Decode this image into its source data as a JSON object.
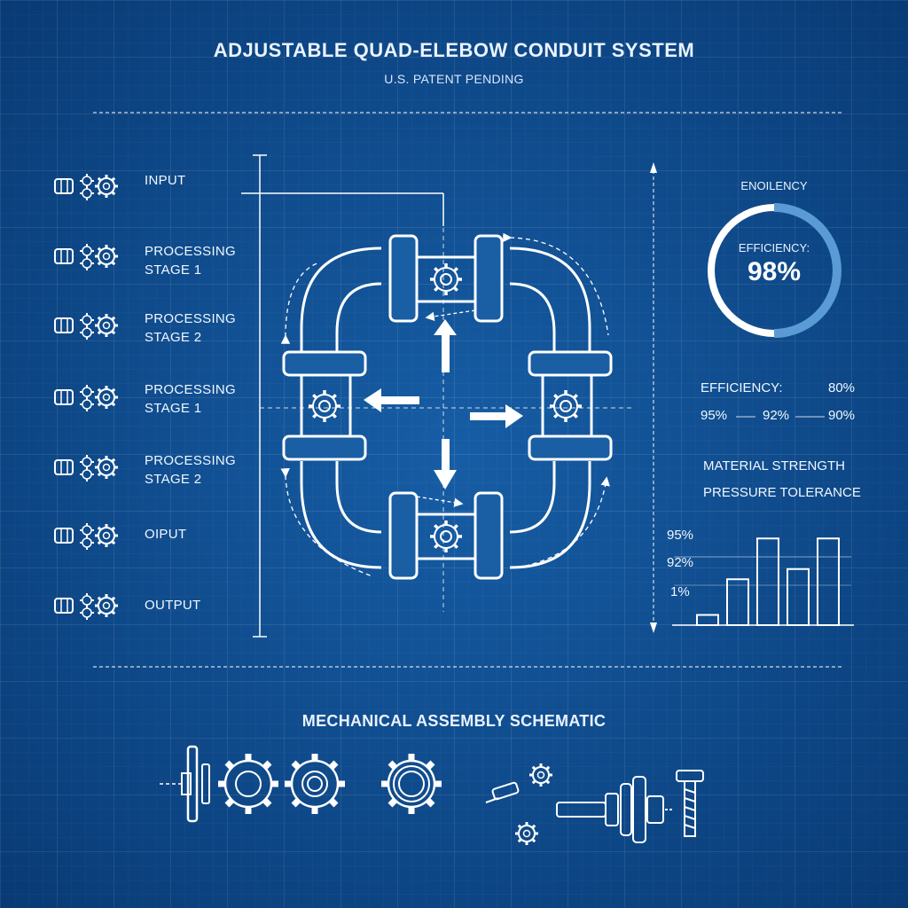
{
  "header": {
    "title": "ADJUSTABLE QUAD-ELEBOW CONDUIT SYSTEM",
    "subtitle": "U.S. PATENT PENDING"
  },
  "stages": [
    {
      "line1": "INPUT",
      "line2": "",
      "icon": "gear-cluster-icon"
    },
    {
      "line1": "PROCESSING",
      "line2": "STAGE 1",
      "icon": "gear-cluster-icon"
    },
    {
      "line1": "PROCESSING",
      "line2": "STAGE 2",
      "icon": "gear-cluster-icon"
    },
    {
      "line1": "PROCESSING",
      "line2": "STAGE 1",
      "icon": "gear-cluster-icon"
    },
    {
      "line1": "PROCESSING",
      "line2": "STAGE 2",
      "icon": "gear-cluster-icon"
    },
    {
      "line1": "OIPUT",
      "line2": "",
      "icon": "gear-cluster-icon"
    },
    {
      "line1": "OUTPUT",
      "line2": "",
      "icon": "gear-cluster-icon"
    }
  ],
  "efficiency": {
    "heading": "ENOILENCY",
    "label": "EFFICIENCY:",
    "value": "98%",
    "ring_fraction": 0.5,
    "stats_label": "EFFICIENCY:",
    "stats_top_value": "80%",
    "stats_row": [
      "95%",
      "92%",
      "90%"
    ]
  },
  "metrics": {
    "line1": "MATERIAL STRENGTH",
    "line2": "PRESSURE TOLERANCE"
  },
  "chart_data": {
    "type": "bar",
    "tick_labels": [
      "95%",
      "92%",
      "1%"
    ],
    "values": [
      10,
      45,
      85,
      55,
      85
    ],
    "ylim": [
      0,
      100
    ]
  },
  "section": {
    "title": "MECHANICAL ASSEMBLY SCHEMATIC"
  },
  "colors": {
    "background": "#0d4f93",
    "line": "#ffffff",
    "ring_accent": "#5b9bd5"
  }
}
